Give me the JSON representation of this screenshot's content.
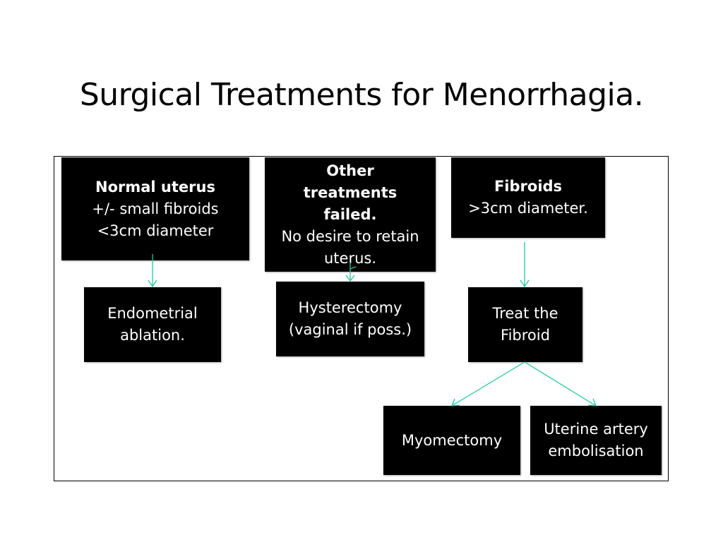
{
  "title": "Surgical Treatments for Menorrhagia.",
  "colors": {
    "background": "#ffffff",
    "box_fill": "#000000",
    "box_text": "#ffffff",
    "connector": "#1fc8a0"
  },
  "boxes": {
    "normal_uterus": {
      "heading": "Normal uterus",
      "line1": "+/- small fibroids",
      "line2": "<3cm diameter"
    },
    "other_treatments": {
      "heading_line1": "Other",
      "heading_line2": "treatments",
      "heading_line3": "failed.",
      "line1": "No desire to retain",
      "line2": "uterus."
    },
    "fibroids": {
      "heading": "Fibroids",
      "line1": ">3cm diameter."
    },
    "endometrial_ablation": {
      "line1": "Endometrial",
      "line2": "ablation."
    },
    "hysterectomy": {
      "line1": "Hysterectomy",
      "line2": "(vaginal if poss.)"
    },
    "treat_fibroid": {
      "line1": "Treat the",
      "line2": "Fibroid"
    },
    "myomectomy": {
      "line1": "Myomectomy"
    },
    "uterine_artery": {
      "line1": "Uterine artery",
      "line2": "embolisation"
    }
  }
}
